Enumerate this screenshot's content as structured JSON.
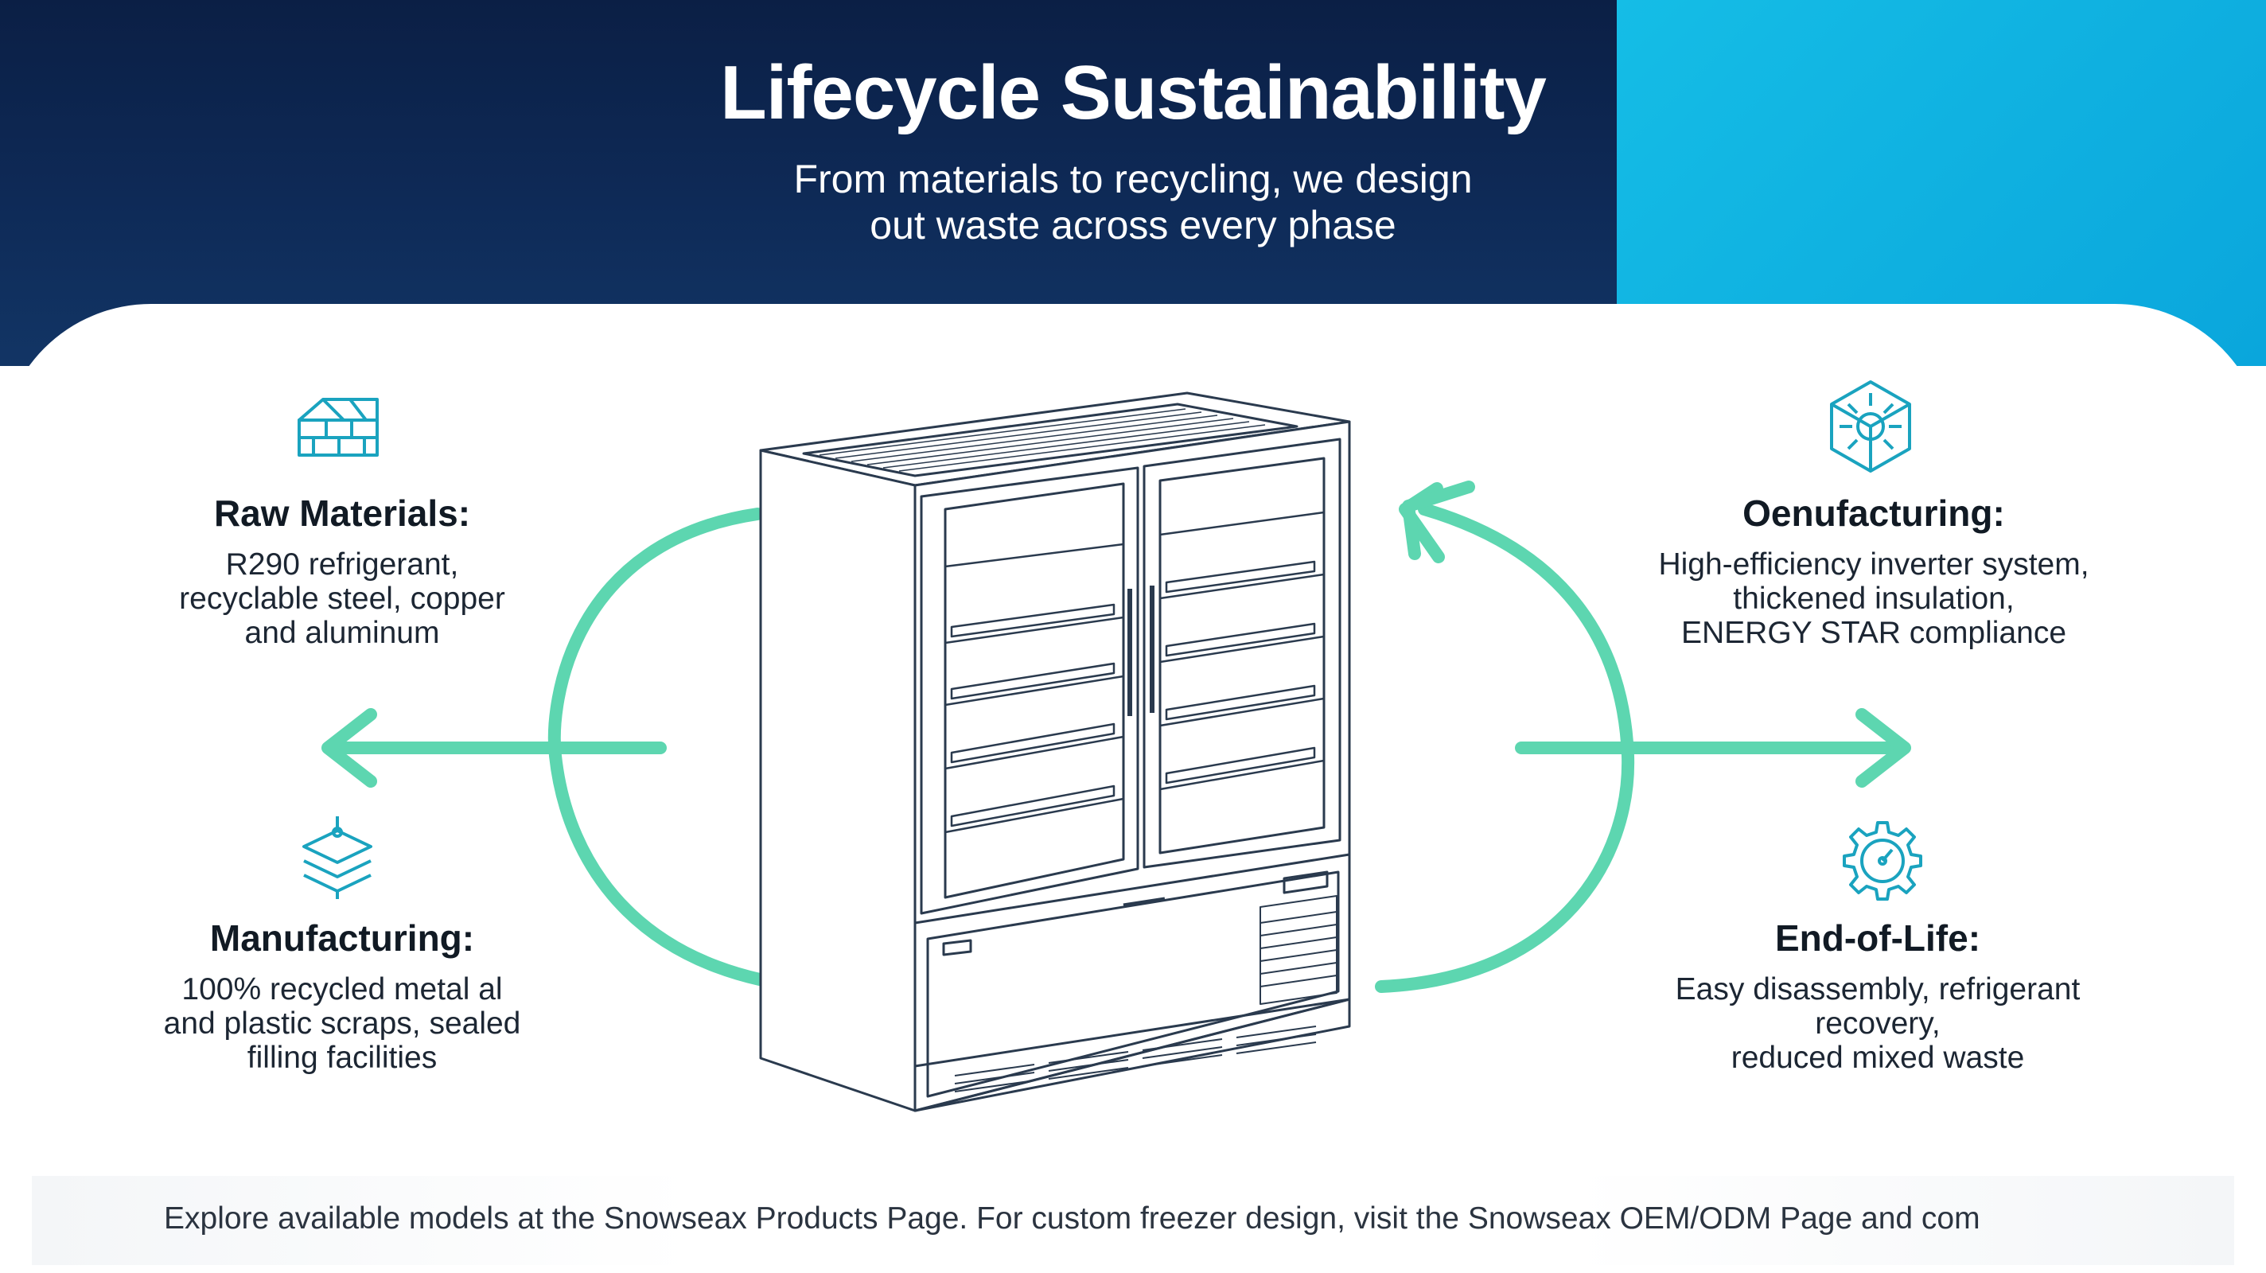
{
  "header": {
    "title": "Lifecycle Sustainability",
    "subtitle_line1": "From materials to recycling, we design",
    "subtitle_line2": "out waste across every phase"
  },
  "phases": {
    "raw_materials": {
      "title": "Raw Materials:",
      "lines": [
        "R290 refrigerant,",
        "recyclable steel, copper",
        "and aluminum"
      ],
      "icon": "stacked-materials-icon"
    },
    "manufacturing": {
      "title": "Manufacturing:",
      "lines": [
        "100% recycled metal al",
        "and plastic scraps, sealed",
        "filling facilities"
      ],
      "icon": "layers-icon"
    },
    "operation": {
      "title": "Oenufacturing:",
      "lines": [
        "High-efficiency inverter system,",
        "thickened insulation,",
        "ENERGY STAR compliance"
      ],
      "icon": "sun-hexagon-icon"
    },
    "end_of_life": {
      "title": "End-of-Life:",
      "lines": [
        "Easy disassembly, refrigerant",
        "recovery,",
        "reduced mixed waste"
      ],
      "icon": "gear-gauge-icon"
    }
  },
  "footer": {
    "text": "Explore available models at the Snowseax Products Page. For custom freezer design, visit the Snowseax OEM/ODM Page and com"
  },
  "colors": {
    "navy": "#0b1f45",
    "cyan": "#15bde6",
    "arrow_green": "#5dd6b0",
    "icon_teal": "#1aa3bf",
    "line_art": "#2a3a4e"
  }
}
